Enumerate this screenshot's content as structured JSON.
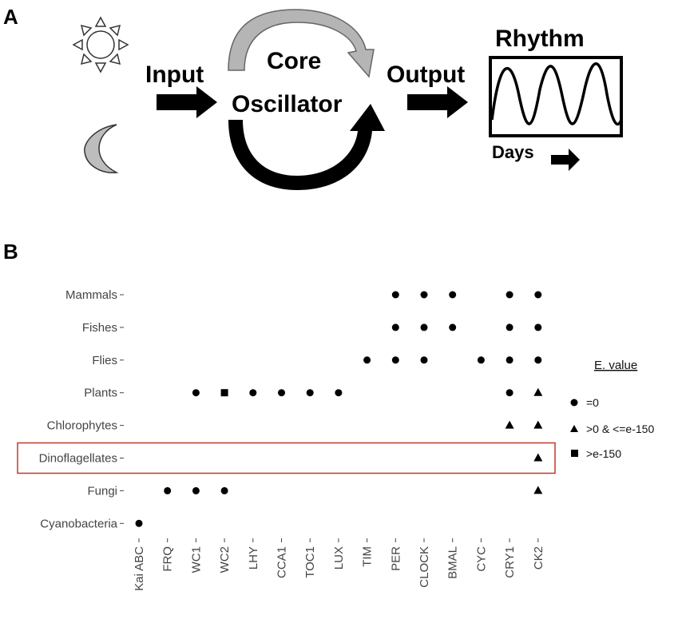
{
  "panel_a": {
    "letter": "A",
    "input_label": "Input",
    "core_label_1": "Core",
    "core_label_2": "Oscillator",
    "output_label": "Output",
    "rhythm_label": "Rhythm",
    "days_label": "Days",
    "icons": [
      "sun-icon",
      "moon-icon"
    ]
  },
  "panel_b": {
    "letter": "B",
    "chart_data": {
      "type": "scatter",
      "title": "",
      "categories_x": [
        "Kai ABC",
        "FRQ",
        "WC1",
        "WC2",
        "LHY",
        "CCA1",
        "TOC1",
        "LUX",
        "TIM",
        "PER",
        "CLOCK",
        "BMAL",
        "CYC",
        "CRY1",
        "CK2"
      ],
      "categories_y": [
        "Mammals",
        "Fishes",
        "Flies",
        "Plants",
        "Chlorophytes",
        "Dinoflagellates",
        "Fungi",
        "Cyanobacteria"
      ],
      "highlighted_row": "Dinoflagellates",
      "legend_title": "E. value",
      "legend": [
        {
          "shape": "circle",
          "label": "=0"
        },
        {
          "shape": "triangle",
          "label": ">0 & <=e-150"
        },
        {
          "shape": "square",
          "label": ">e-150"
        }
      ],
      "points": [
        {
          "x": "PER",
          "y": "Mammals",
          "shape": "circle"
        },
        {
          "x": "CLOCK",
          "y": "Mammals",
          "shape": "circle"
        },
        {
          "x": "BMAL",
          "y": "Mammals",
          "shape": "circle"
        },
        {
          "x": "CRY1",
          "y": "Mammals",
          "shape": "circle"
        },
        {
          "x": "CK2",
          "y": "Mammals",
          "shape": "circle"
        },
        {
          "x": "PER",
          "y": "Fishes",
          "shape": "circle"
        },
        {
          "x": "CLOCK",
          "y": "Fishes",
          "shape": "circle"
        },
        {
          "x": "BMAL",
          "y": "Fishes",
          "shape": "circle"
        },
        {
          "x": "CRY1",
          "y": "Fishes",
          "shape": "circle"
        },
        {
          "x": "CK2",
          "y": "Fishes",
          "shape": "circle"
        },
        {
          "x": "TIM",
          "y": "Flies",
          "shape": "circle"
        },
        {
          "x": "PER",
          "y": "Flies",
          "shape": "circle"
        },
        {
          "x": "CLOCK",
          "y": "Flies",
          "shape": "circle"
        },
        {
          "x": "CYC",
          "y": "Flies",
          "shape": "circle"
        },
        {
          "x": "CRY1",
          "y": "Flies",
          "shape": "circle"
        },
        {
          "x": "CK2",
          "y": "Flies",
          "shape": "circle"
        },
        {
          "x": "WC1",
          "y": "Plants",
          "shape": "circle"
        },
        {
          "x": "WC2",
          "y": "Plants",
          "shape": "square"
        },
        {
          "x": "LHY",
          "y": "Plants",
          "shape": "circle"
        },
        {
          "x": "CCA1",
          "y": "Plants",
          "shape": "circle"
        },
        {
          "x": "TOC1",
          "y": "Plants",
          "shape": "circle"
        },
        {
          "x": "LUX",
          "y": "Plants",
          "shape": "circle"
        },
        {
          "x": "CRY1",
          "y": "Plants",
          "shape": "circle"
        },
        {
          "x": "CK2",
          "y": "Plants",
          "shape": "triangle"
        },
        {
          "x": "CRY1",
          "y": "Chlorophytes",
          "shape": "triangle"
        },
        {
          "x": "CK2",
          "y": "Chlorophytes",
          "shape": "triangle"
        },
        {
          "x": "CK2",
          "y": "Dinoflagellates",
          "shape": "triangle"
        },
        {
          "x": "FRQ",
          "y": "Fungi",
          "shape": "circle"
        },
        {
          "x": "WC1",
          "y": "Fungi",
          "shape": "circle"
        },
        {
          "x": "WC2",
          "y": "Fungi",
          "shape": "circle"
        },
        {
          "x": "CK2",
          "y": "Fungi",
          "shape": "triangle"
        },
        {
          "x": "Kai ABC",
          "y": "Cyanobacteria",
          "shape": "circle"
        }
      ]
    }
  }
}
